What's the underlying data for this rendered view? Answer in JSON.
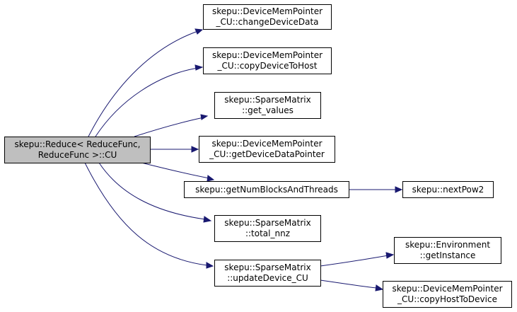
{
  "colors": {
    "edge": "#191970",
    "root_fill": "#bfbfbf",
    "node_fill": "#ffffff",
    "node_border": "#000000"
  },
  "nodes": {
    "root": [
      "skepu::Reduce< ReduceFunc,",
      "ReduceFunc >::CU"
    ],
    "change_device_data": [
      "skepu::DeviceMemPointer",
      "_CU::changeDeviceData"
    ],
    "copy_device_to_host": [
      "skepu::DeviceMemPointer",
      "_CU::copyDeviceToHost"
    ],
    "get_values": [
      "skepu::SparseMatrix",
      "::get_values"
    ],
    "get_device_data_pointer": [
      "skepu::DeviceMemPointer",
      "_CU::getDeviceDataPointer"
    ],
    "get_num_blocks_and_threads": [
      "skepu::getNumBlocksAndThreads"
    ],
    "next_pow2": [
      "skepu::nextPow2"
    ],
    "total_nnz": [
      "skepu::SparseMatrix",
      "::total_nnz"
    ],
    "update_device_cu": [
      "skepu::SparseMatrix",
      "::updateDevice_CU"
    ],
    "get_instance": [
      "skepu::Environment",
      "::getInstance"
    ],
    "copy_host_to_device": [
      "skepu::DeviceMemPointer",
      "_CU::copyHostToDevice"
    ]
  },
  "edges": [
    [
      "root",
      "change_device_data"
    ],
    [
      "root",
      "copy_device_to_host"
    ],
    [
      "root",
      "get_values"
    ],
    [
      "root",
      "get_device_data_pointer"
    ],
    [
      "root",
      "get_num_blocks_and_threads"
    ],
    [
      "root",
      "total_nnz"
    ],
    [
      "root",
      "update_device_cu"
    ],
    [
      "get_num_blocks_and_threads",
      "next_pow2"
    ],
    [
      "update_device_cu",
      "get_instance"
    ],
    [
      "update_device_cu",
      "copy_host_to_device"
    ]
  ]
}
